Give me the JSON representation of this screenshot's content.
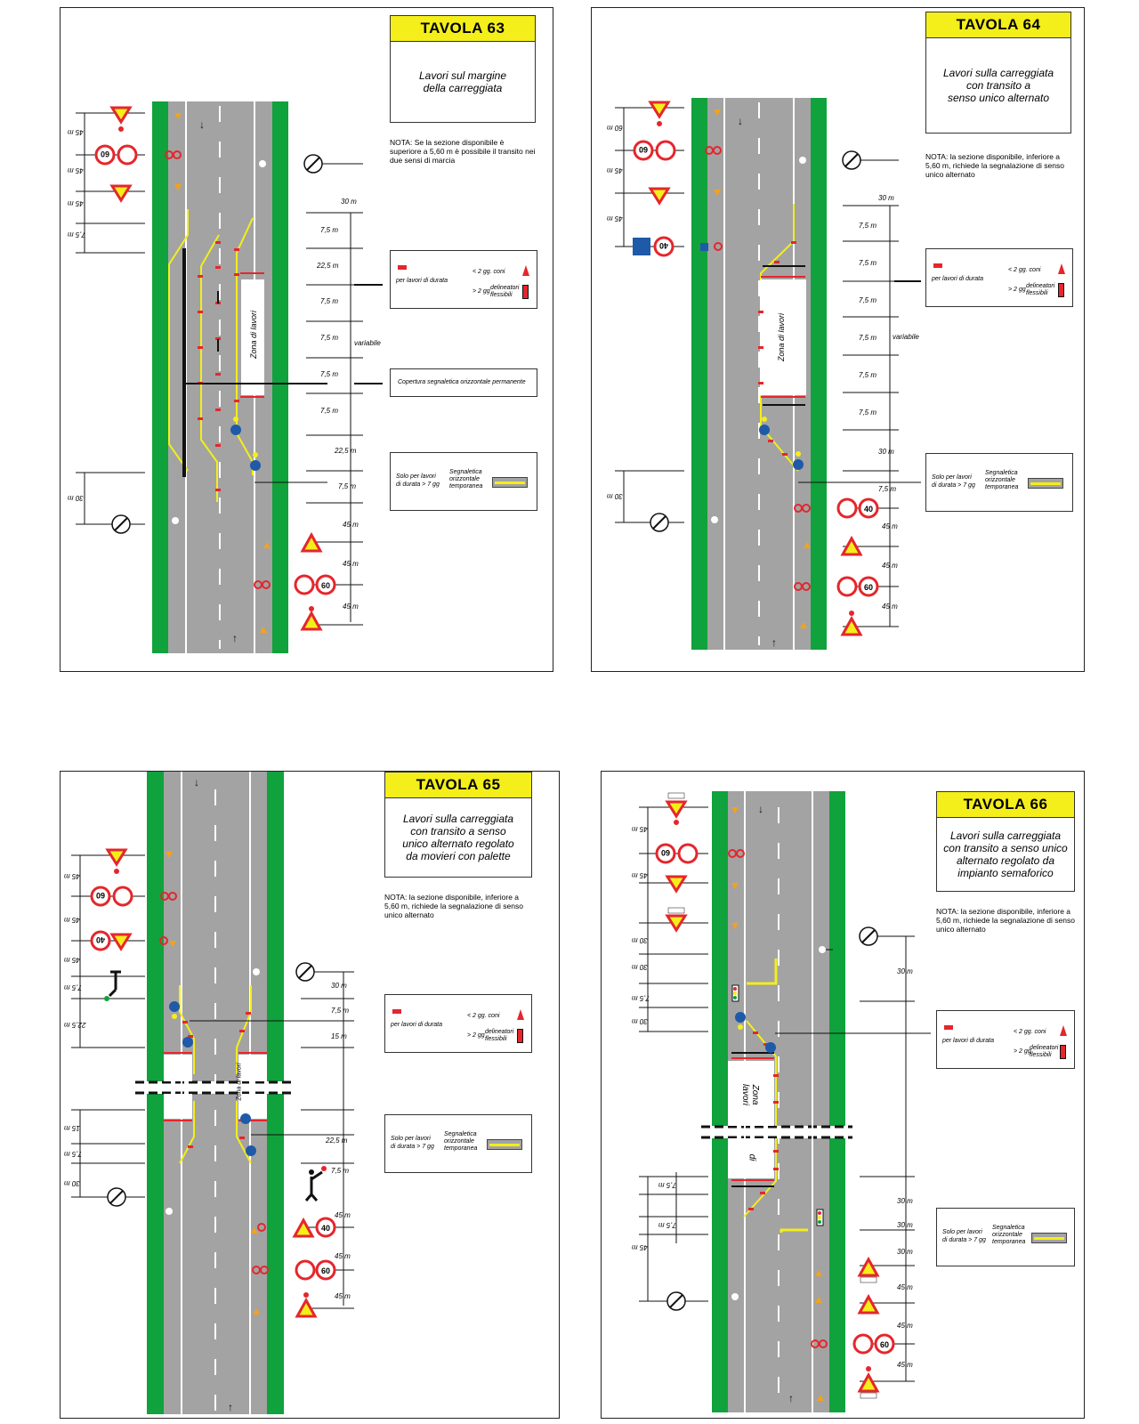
{
  "colors": {
    "verge": "#10a23c",
    "road": "#a3a3a3",
    "yellow": "#f4ee1a",
    "red": "#e5262c",
    "blue": "#1e5aa8",
    "black": "#111111"
  },
  "panels": [
    {
      "title": "TAVOLA 63",
      "description": "Lavori sul margine\ndella carreggiata",
      "nota": "NOTA: Se la sezione disponibile è superiore a 5,60 m è possibile il transito nei due sensi di marcia",
      "legend_cones": {
        "period": "per lavori di durata",
        "short": "< 2 gg. coni",
        "long": "> 2 gg",
        "long_desc": "delineatori\nflessibili"
      },
      "legend_cover": "Copertura segnaletica orizzontale permanente",
      "legend_temp": {
        "only": "Solo per lavori\ndi durata > 7 gg",
        "desc": "Segnaletica\norizzontale\ntemporanea"
      },
      "zone": "Zona di lavori",
      "variabile": "variabile",
      "left_dist": [
        "45 m",
        "45 m",
        "45 m",
        "7,5 m",
        "30 m"
      ],
      "right_dist": [
        "30 m",
        "7,5 m",
        "22,5 m",
        "7,5 m",
        "7,5 m",
        "7,5 m",
        "7,5 m",
        "22,5 m",
        "7,5 m",
        "45 m",
        "45 m",
        "45 m"
      ],
      "sign_values": {
        "speed": "60"
      }
    },
    {
      "title": "TAVOLA 64",
      "description": "Lavori sulla carreggiata\ncon transito a\nsenso unico alternato",
      "nota": "NOTA: la sezione disponibile, inferiore a 5,60 m, richiede la segnalazione di senso unico alternato",
      "legend_cones": {
        "period": "per lavori di durata",
        "short": "< 2 gg. coni",
        "long": "> 2 gg",
        "long_desc": "delineatori\nflessibili"
      },
      "legend_temp": {
        "only": "Solo per lavori\ndi durata > 7 gg",
        "desc": "Segnaletica\norizzontale\ntemporanea"
      },
      "zone": "Zona di lavori",
      "variabile": "variabile",
      "left_dist": [
        "60 m",
        "45 m",
        "45 m",
        "30 m"
      ],
      "right_dist": [
        "30 m",
        "7,5 m",
        "7,5 m",
        "7,5 m",
        "7,5 m",
        "7,5 m",
        "7,5 m",
        "30 m",
        "7,5 m",
        "45 m",
        "45 m",
        "45 m"
      ],
      "sign_values": {
        "speed": "60",
        "speed2": "40"
      }
    },
    {
      "title": "TAVOLA 65",
      "description": "Lavori sulla carreggiata\ncon transito a senso\nunico alternato regolato\nda movieri con palette",
      "nota": "NOTA: la sezione disponibile, inferiore a 5,60 m, richiede la segnalazione di senso unico alternato",
      "legend_cones": {
        "period": "per lavori di durata",
        "short": "< 2 gg. coni",
        "long": "> 2 gg",
        "long_desc": "delineatori\nflessibili"
      },
      "legend_temp": {
        "only": "Solo per lavori\ndi durata > 7 gg",
        "desc": "Segnaletica\norizzontale\ntemporanea"
      },
      "zone": "Zona di lavori",
      "left_dist": [
        "45 m",
        "45 m",
        "45 m",
        "7,5 m",
        "22,5 m",
        "15 m",
        "7,5 m",
        "30 m"
      ],
      "right_dist": [
        "30 m",
        "7,5 m",
        "15 m",
        "22,5 m",
        "7,5 m",
        "45 m",
        "45 m",
        "45 m"
      ],
      "sign_values": {
        "speed": "60",
        "speed2": "40"
      }
    },
    {
      "title": "TAVOLA 66",
      "description": "Lavori sulla carreggiata\ncon transito a senso unico\nalternato regolato da\nimpianto semaforico",
      "nota": "NOTA: la sezione disponibile, inferiore a 5,60 m, richiede la segnalazione di senso unico alternato",
      "legend_cones": {
        "period": "per lavori di durata",
        "short": "< 2 gg. coni",
        "long": "> 2 gg",
        "long_desc": "delineatori\nflessibili"
      },
      "legend_temp": {
        "only": "Solo per lavori\ndi durata > 7 gg",
        "desc": "Segnaletica\norizzontale\ntemporanea"
      },
      "zone_a": "Zona\nlavori",
      "zone_b": "di",
      "left_dist": [
        "45 m",
        "45 m",
        "30 m",
        "30 m",
        "7,5 m",
        "30 m",
        "7,5 m",
        "7,5 m",
        "45 m"
      ],
      "right_dist": [
        "30 m",
        "30 m",
        "30 m",
        "30 m",
        "45 m",
        "45 m",
        "45 m"
      ],
      "sign_values": {
        "speed": "60"
      }
    }
  ]
}
